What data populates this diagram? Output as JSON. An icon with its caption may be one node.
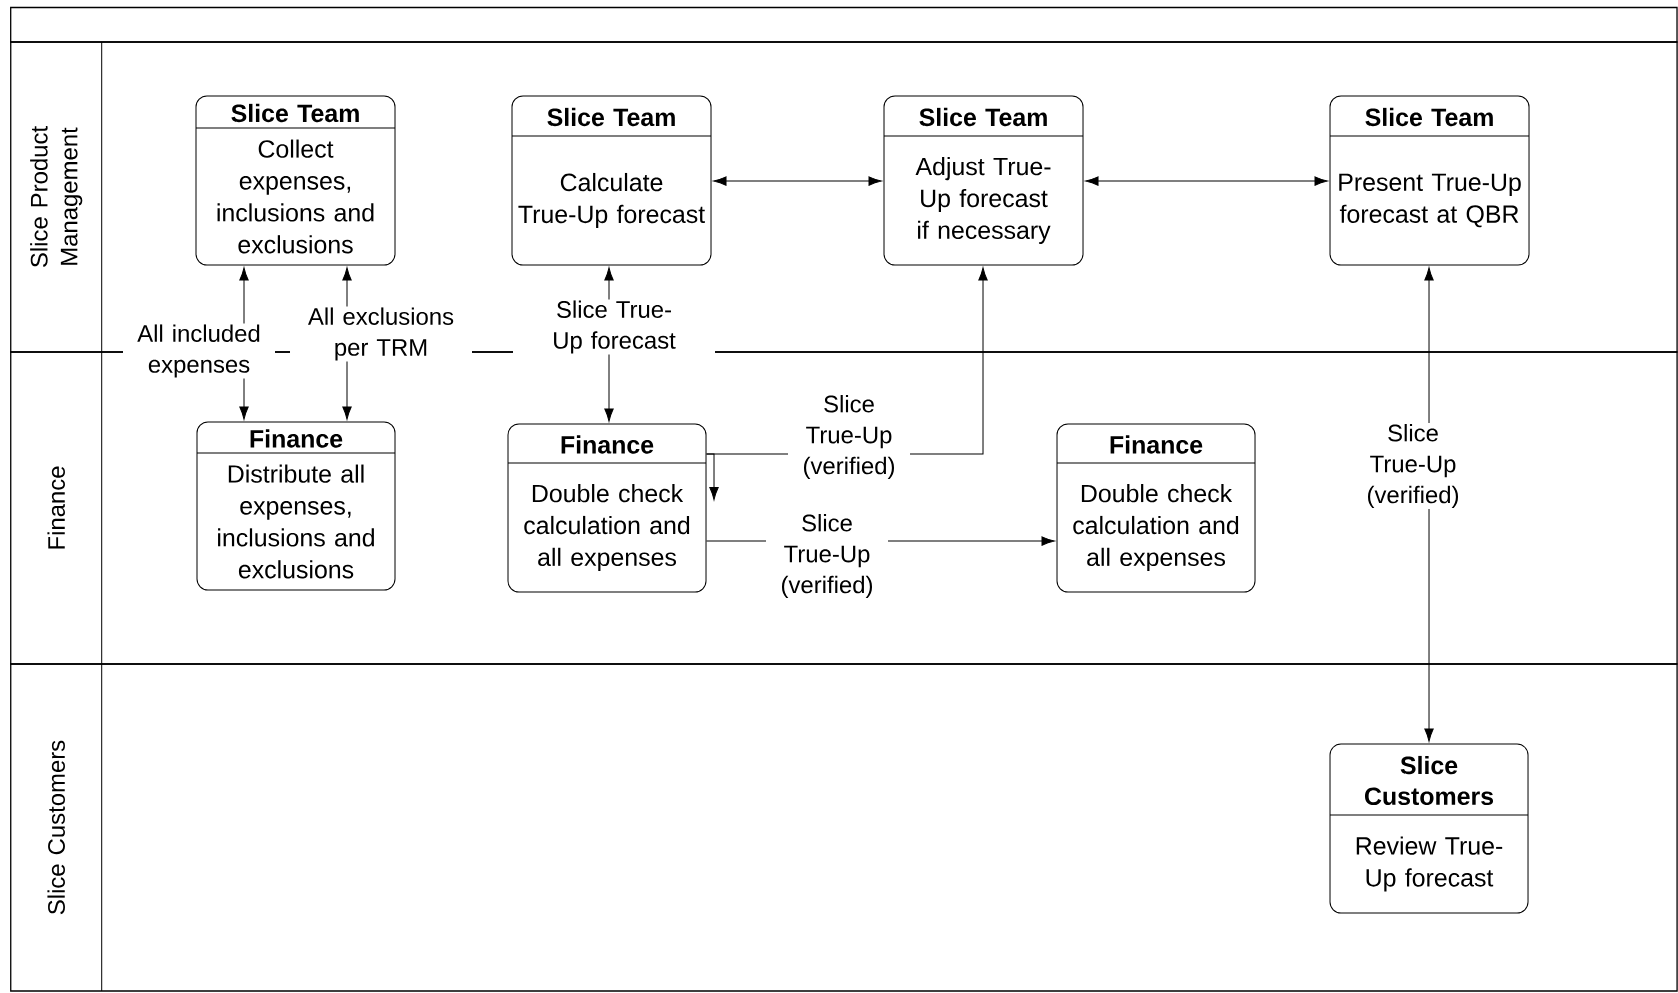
{
  "diagram": {
    "nodes": [
      {
        "text": [
          "Slice Product Management"
        ]
      },
      {
        "text": [
          "Slice Team",
          "Collect expenses, inclusions and exclusions"
        ],
        "in": 0
      },
      {
        "text": [
          "Slice Team",
          "Calculate True-Up forecast"
        ],
        "in": 0
      },
      {
        "text": [
          "Slice Team",
          "Adjust True-Up forecast if necessary"
        ],
        "in": 0
      },
      {
        "text": [
          "Slice Team",
          "Present True-Up forecast at QBR"
        ],
        "in": 0
      },
      {
        "text": [
          "Finance"
        ]
      },
      {
        "text": [
          "Finance",
          "Distribute all expenses, inclusions and exclusions"
        ],
        "in": 5
      },
      {
        "text": [
          "Finance",
          "Double check calculation and all expenses"
        ],
        "in": 5
      },
      {
        "text": [
          "Finance",
          "Double check calculation and all expenses"
        ],
        "in": 5
      },
      {
        "text": [
          "Slice Customers"
        ]
      },
      {
        "text": [
          "Slice Customers",
          "Review True-Up forecast"
        ],
        "in": 9
      }
    ],
    "edges": [
      {
        "from": 6,
        "to": 1,
        "arrow": "both",
        "label": "All included expenses"
      },
      {
        "from": 6,
        "to": 1,
        "arrow": "both",
        "label": "All exclusions per TRM"
      },
      {
        "from": 2,
        "to": 3,
        "arrow": "both"
      },
      {
        "from": 3,
        "to": 4,
        "arrow": "both"
      },
      {
        "from": 2,
        "to": 7,
        "arrow": "both",
        "label": "Slice True-Up forecast"
      },
      {
        "from": 7,
        "to": 3,
        "arrow": "to",
        "label": "Slice True-Up (verified)"
      },
      {
        "from": 7,
        "to": null,
        "arrow": "to"
      },
      {
        "from": 7,
        "to": 8,
        "arrow": "to",
        "label": "Slice True-Up (verified)"
      },
      {
        "from": 4,
        "to": 10,
        "arrow": "both",
        "label": "Slice True-Up (verified)"
      }
    ]
  }
}
